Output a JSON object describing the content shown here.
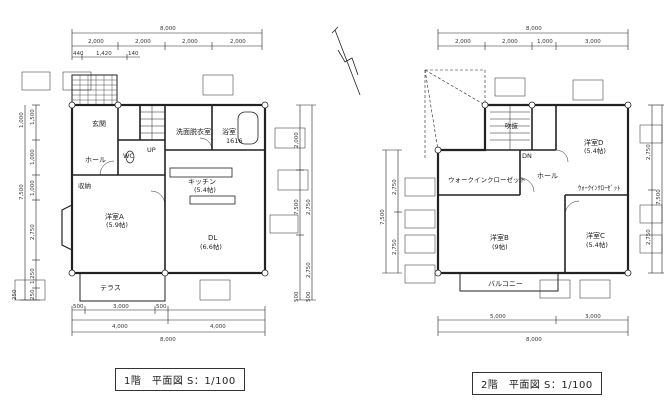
{
  "floor1": {
    "title": "1階　平面図 S：1/100",
    "dims_top": [
      "8,000",
      "2,000",
      "2,000",
      "2,000",
      "2,000",
      "440",
      "1,420",
      "140"
    ],
    "dims_bottom": [
      "500",
      "3,000",
      "500",
      "4,000",
      "4,000",
      "8,000"
    ],
    "dims_left": [
      "1,000",
      "1,500",
      "1,000",
      "1,000",
      "2,750",
      "1,250",
      "7,500",
      "250",
      "250"
    ],
    "dims_right": [
      "2,000",
      "2,750",
      "2,750",
      "7,500",
      "500",
      "500"
    ],
    "rooms": {
      "entrance": "玄関",
      "hall": "ホール",
      "washroom": "洗面脱衣室",
      "bath": "浴室",
      "bath_size": "1616",
      "kitchen": "キッチン",
      "kitchen_size": "(5.4帖)",
      "western_a": "洋室A",
      "western_a_size": "(5.9帖)",
      "dl": "DL",
      "dl_size": "(6.6帖)",
      "terrace": "テラス",
      "up": "UP",
      "wc": "WC",
      "storage": "収納"
    }
  },
  "floor2": {
    "title": "2階　平面図 S：1/100",
    "dims_top": [
      "8,000",
      "2,000",
      "2,000",
      "1,000",
      "3,000"
    ],
    "dims_bottom": [
      "5,000",
      "3,000",
      "8,000"
    ],
    "dims_left": [
      "2,750",
      "2,750",
      "7,500"
    ],
    "dims_right": [
      "2,750",
      "2,750",
      "7,500"
    ],
    "rooms": {
      "western_d": "洋室D",
      "western_d_size": "(5.4帖)",
      "walkin": "ウォークインクローゼット",
      "hall": "ホール",
      "western_b": "洋室B",
      "western_b_size": "(9帖)",
      "western_c": "洋室C",
      "western_c_size": "(5.4帖)",
      "balcony": "バルコニー",
      "dn": "DN",
      "void": "吹抜",
      "closet": "ｳｫｰｸｲﾝｸﾛｰｾﾞｯﾄ"
    }
  }
}
